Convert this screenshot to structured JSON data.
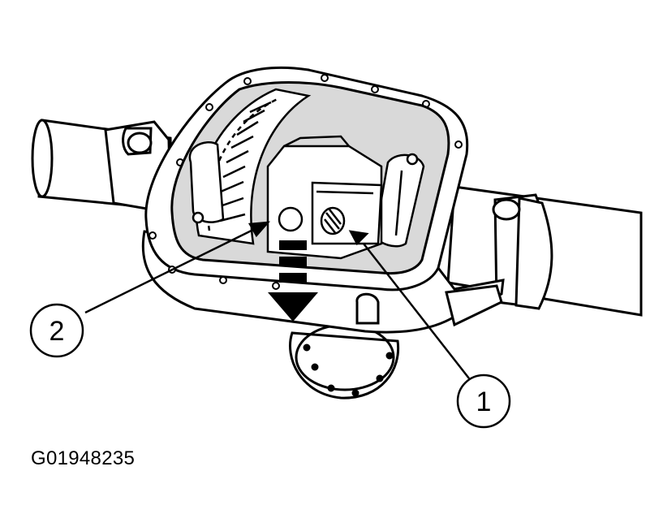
{
  "figure": {
    "id_label": "G01948235",
    "callouts": [
      {
        "number": "1",
        "target": "drain-plug"
      },
      {
        "number": "2",
        "target": "pinion-shaft-hole"
      }
    ]
  },
  "colors": {
    "ink": "#000000",
    "paper": "#ffffff",
    "shade": "#d9d9d9"
  }
}
